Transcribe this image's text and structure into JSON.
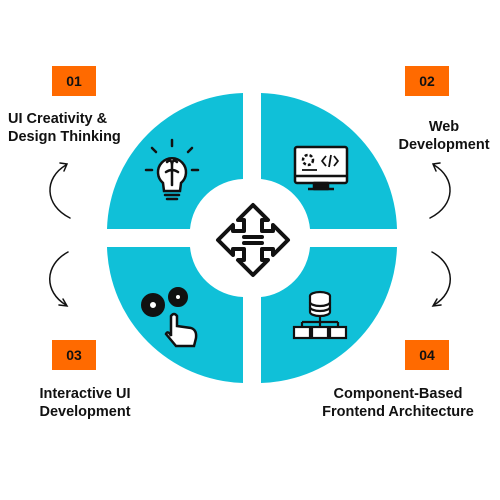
{
  "colors": {
    "accent": "#ff6a00",
    "quadrant": "#10c0d8",
    "ink": "#111111",
    "background": "#ffffff"
  },
  "center_icon": "four-way-arrows-icon",
  "steps": [
    {
      "number": "01",
      "title_lines": [
        "UI Creativity &",
        "Design Thinking"
      ],
      "icon": "brain-lightbulb-icon"
    },
    {
      "number": "02",
      "title_lines": [
        "Web",
        "Development"
      ],
      "icon": "monitor-code-icon"
    },
    {
      "number": "03",
      "title_lines": [
        "Interactive UI",
        "Development"
      ],
      "icon": "gears-hand-icon"
    },
    {
      "number": "04",
      "title_lines": [
        "Component-Based",
        "Frontend Architecture"
      ],
      "icon": "database-network-icon"
    }
  ]
}
